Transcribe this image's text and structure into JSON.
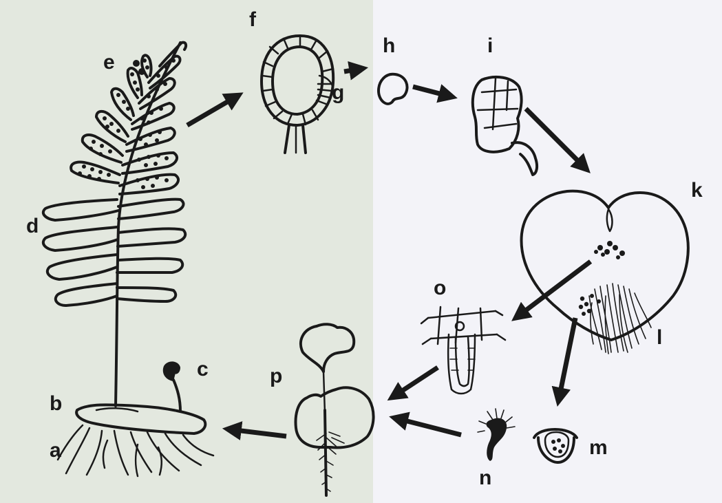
{
  "colors": {
    "left_background": "#e3e8df",
    "right_background": "#f3f3f8",
    "ink": "#1a1a1a"
  },
  "labels": {
    "a": "a",
    "b": "b",
    "c": "c",
    "d": "d",
    "e": "e",
    "f": "f",
    "g": "g",
    "h": "h",
    "i": "i",
    "k": "k",
    "l": "l",
    "m": "m",
    "n": "n",
    "o": "o",
    "p": "p"
  }
}
